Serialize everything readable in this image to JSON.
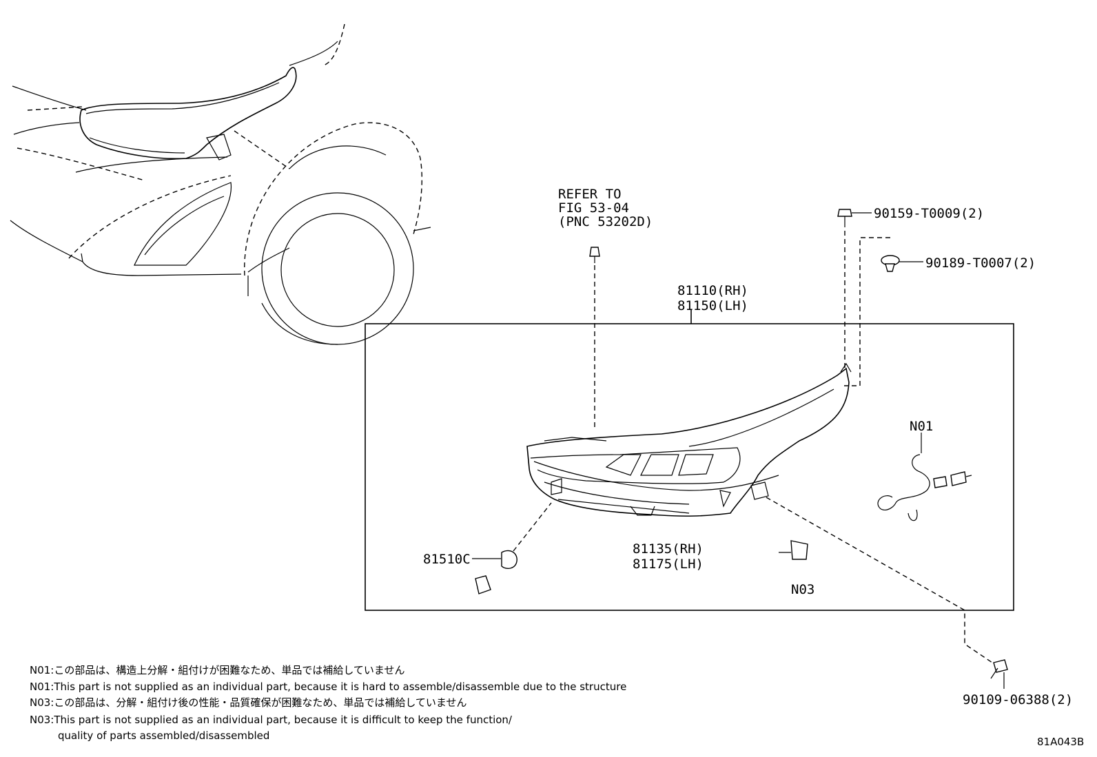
{
  "diagram_code": "81A043B",
  "callouts": {
    "refer": [
      "REFER TO",
      "FIG 53-04",
      "(PNC 53202D)"
    ],
    "assembly": [
      "81110(RH)",
      "81150(LH)"
    ],
    "screw_top": "90159-T0009(2)",
    "clip": "90189-T0007(2)",
    "bulb": "81510C",
    "lens": [
      "81135(RH)",
      "81175(LH)"
    ],
    "wiring": "N01",
    "actuator": "N03",
    "bolt_bottom": "90109-06388(2)"
  },
  "notes": [
    "N01:この部品は、構造上分解・組付けが困難なため、単品では補給していません",
    "N01:This part is not supplied as an individual part, because it is hard to assemble/disassemble due to the structure",
    "N03:この部品は、分解・組付け後の性能・品質確保が困難なため、単品では補給していません",
    "N03:This part is not supplied as an individual part, because it is difficult to keep the function/",
    "quality of parts assembled/disassembled"
  ]
}
